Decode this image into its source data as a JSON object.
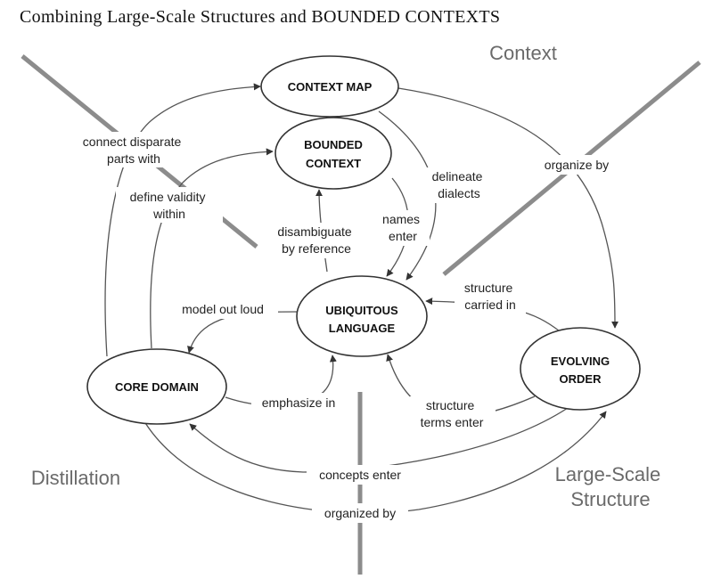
{
  "title": "Combining Large-Scale Structures and BOUNDED CONTEXTS",
  "regions": {
    "context": "Context",
    "distillation": "Distillation",
    "large_scale_structure": [
      "Large-Scale",
      "Structure"
    ]
  },
  "nodes": {
    "context_map": [
      "CONTEXT MAP"
    ],
    "bounded_context": [
      "BOUNDED",
      "CONTEXT"
    ],
    "ubiquitous_language": [
      "UBIQUITOUS",
      "LANGUAGE"
    ],
    "core_domain": [
      "CORE DOMAIN"
    ],
    "evolving_order": [
      "EVOLVING",
      "ORDER"
    ]
  },
  "edges": {
    "connect_disparate": [
      "connect disparate",
      "parts with"
    ],
    "define_validity": [
      "define validity",
      "within"
    ],
    "disambiguate": [
      "disambiguate",
      "by reference"
    ],
    "names_enter": [
      "names",
      "enter"
    ],
    "delineate_dialects": [
      "delineate",
      "dialects"
    ],
    "organize_by": [
      "organize by"
    ],
    "model_out_loud": [
      "model out loud"
    ],
    "structure_carried_in": [
      "structure",
      "carried in"
    ],
    "emphasize_in": [
      "emphasize in"
    ],
    "structure_terms_enter": [
      "structure",
      "terms enter"
    ],
    "concepts_enter": [
      "concepts enter"
    ],
    "organized_by": [
      "organized by"
    ]
  }
}
